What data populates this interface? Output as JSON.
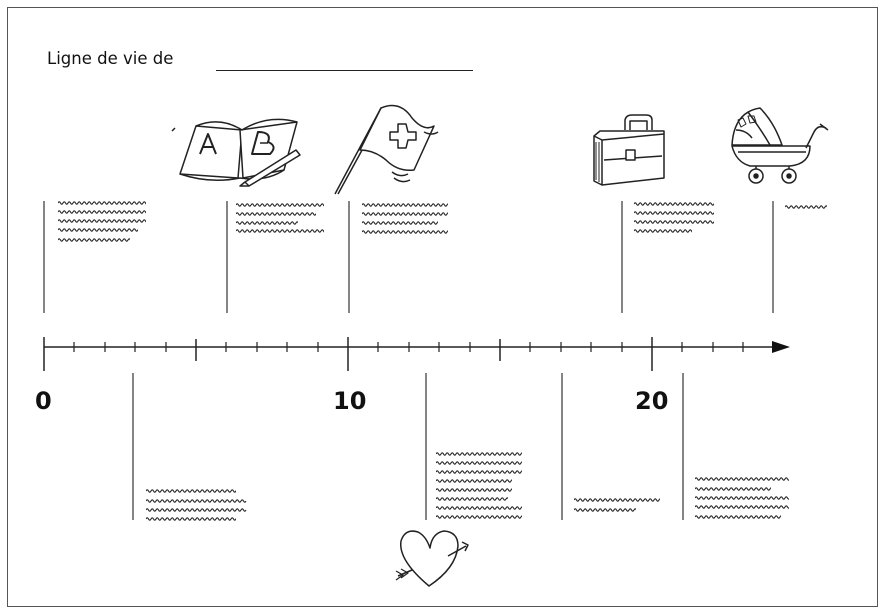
{
  "header": {
    "title": "Ligne de vie de"
  },
  "axis": {
    "labels": [
      "0",
      "10",
      "20"
    ]
  },
  "icons": [
    "abc-book-icon",
    "swiss-flag-icon",
    "briefcase-icon",
    "baby-pram-icon",
    "heart-with-arrow-icon"
  ]
}
